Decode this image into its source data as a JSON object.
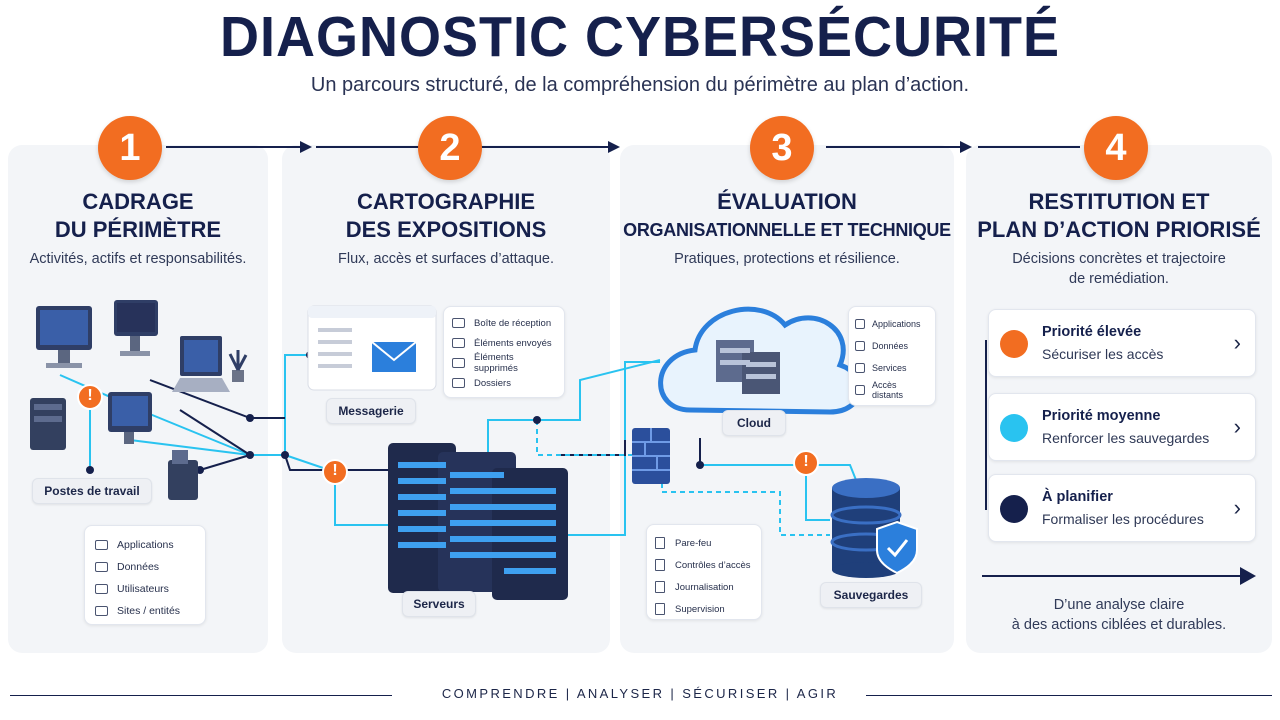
{
  "header": {
    "title": "DIAGNOSTIC CYBERSÉCURITÉ",
    "subtitle": "Un parcours structuré, de la compréhension du périmètre au plan d’action."
  },
  "steps": [
    {
      "number": "1",
      "title_l1": "CADRAGE",
      "title_l2": "DU PÉRIMÈTRE",
      "desc": "Activités, actifs et responsabilités."
    },
    {
      "number": "2",
      "title_l1": "CARTOGRAPHIE",
      "title_l2": "DES EXPOSITIONS",
      "desc": "Flux, accès et surfaces d’attaque."
    },
    {
      "number": "3",
      "title_l1": "ÉVALUATION",
      "title_l2": "ORGANISATIONNELLE ET TECHNIQUE",
      "desc": "Pratiques, protections et résilience."
    },
    {
      "number": "4",
      "title_l1": "RESTITUTION ET",
      "title_l2": "PLAN D’ACTION PRIORISÉ",
      "desc_l1": "Décisions concrètes et trajectoire",
      "desc_l2": "de remédiation."
    }
  ],
  "step1": {
    "workstations_label": "Postes de travail",
    "list": [
      "Applications",
      "Données",
      "Utilisateurs",
      "Sites / entités"
    ]
  },
  "step2": {
    "mail_label": "Messagerie",
    "mail_folders": [
      "Boîte de réception",
      "Éléments envoyés",
      "Éléments supprimés",
      "Dossiers"
    ],
    "servers_label": "Serveurs"
  },
  "step3": {
    "cloud_label": "Cloud",
    "cloud_list": [
      "Applications",
      "Données",
      "Services",
      "Accès distants"
    ],
    "controls": [
      "Pare-feu",
      "Contrôles d’accès",
      "Journalisation",
      "Supervision"
    ],
    "backup_label": "Sauvegardes",
    "alert_glyph": "!"
  },
  "step4": {
    "priorities": [
      {
        "title": "Priorité élevée",
        "sub": "Sécuriser les accès",
        "color": "#f26d21"
      },
      {
        "title": "Priorité moyenne",
        "sub": "Renforcer les sauvegardes",
        "color": "#29c3f0"
      },
      {
        "title": "À planifier",
        "sub": "Formaliser les procédures",
        "color": "#15204c"
      }
    ],
    "conclusion_l1": "D’une analyse claire",
    "conclusion_l2": "à des actions ciblées et durables."
  },
  "footer": {
    "text": "COMPRENDRE | ANALYSER | SÉCURISER | AGIR"
  },
  "colors": {
    "navy": "#15204c",
    "orange": "#f26d21",
    "cyan": "#29c3f0",
    "panel": "#f3f5f8"
  },
  "icons": [
    "chevron-right-icon",
    "folder-icon",
    "document-icon",
    "envelope-icon",
    "alert-icon",
    "shield-check-icon",
    "cloud-icon",
    "server-icon",
    "database-icon",
    "monitor-icon",
    "laptop-icon",
    "plant-icon",
    "firewall-icon"
  ]
}
